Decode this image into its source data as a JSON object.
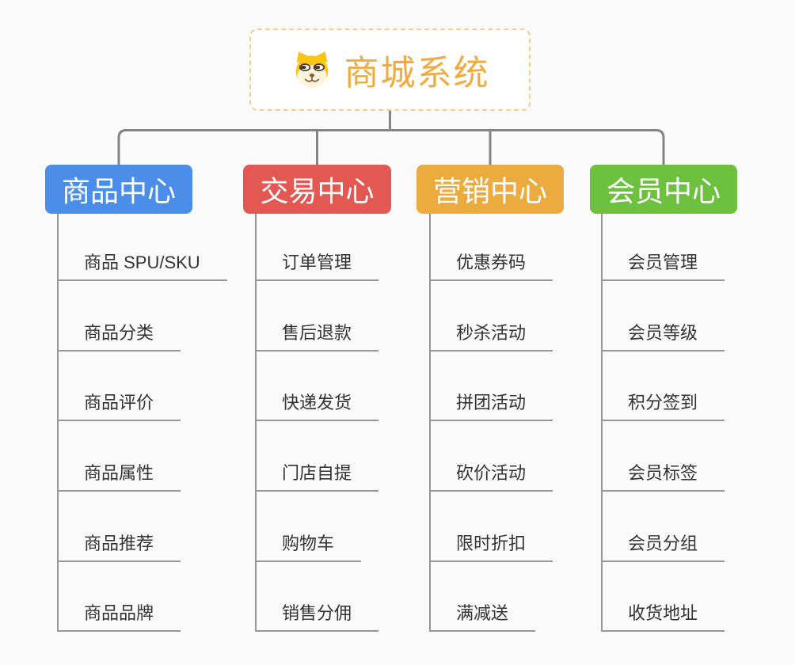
{
  "root": {
    "title": "商城系统",
    "icon": "doge-icon"
  },
  "branches": [
    {
      "label": "商品中心",
      "color": "#4a8ee9",
      "children": [
        "商品 SPU/SKU",
        "商品分类",
        "商品评价",
        "商品属性",
        "商品推荐",
        "商品品牌"
      ]
    },
    {
      "label": "交易中心",
      "color": "#e45853",
      "children": [
        "订单管理",
        "售后退款",
        "快递发货",
        "门店自提",
        "购物车",
        "销售分佣"
      ]
    },
    {
      "label": "营销中心",
      "color": "#ecab3e",
      "children": [
        "优惠券码",
        "秒杀活动",
        "拼团活动",
        "砍价活动",
        "限时折扣",
        "满减送"
      ]
    },
    {
      "label": "会员中心",
      "color": "#6ec13e",
      "children": [
        "会员管理",
        "会员等级",
        "积分签到",
        "会员标签",
        "会员分组",
        "收货地址"
      ]
    }
  ],
  "colors": {
    "background": "#fafafa",
    "root_title": "#f0aa3e",
    "root_border": "#f6cd8d",
    "connector_line": "#848484",
    "leaf_line": "#979797",
    "leaf_text": "#333333"
  }
}
